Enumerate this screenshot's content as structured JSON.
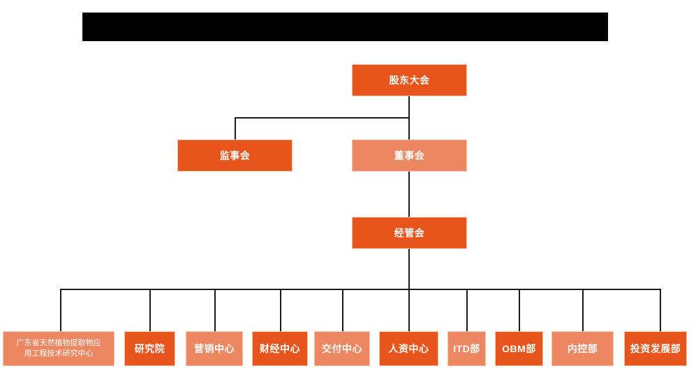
{
  "banner": {
    "text": "",
    "bg_color": "#000000"
  },
  "colors": {
    "primary_dark": "#e8551c",
    "primary_light": "#ed8762",
    "line": "#1a1a1a",
    "box_border": "#f4c4ae",
    "text": "#ffffff",
    "background": "#ffffff"
  },
  "chart_type": "organization-chart",
  "nodes": {
    "shareholders_meeting": {
      "label": "股东大会",
      "tone": "dark"
    },
    "supervisory_board": {
      "label": "监事会",
      "tone": "dark"
    },
    "board_of_directors": {
      "label": "董事会",
      "tone": "light"
    },
    "management_committee": {
      "label": "经管会",
      "tone": "dark"
    }
  },
  "departments": [
    {
      "id": "guangdong-research-center",
      "label": "广东省天然植物提取物应\n用工程技术研究中心",
      "line1": "广东省天然植物提取物应",
      "line2": "用工程技术研究中心",
      "tone": "light"
    },
    {
      "id": "research-institute",
      "label": "研究院",
      "tone": "dark"
    },
    {
      "id": "marketing-center",
      "label": "营销中心",
      "tone": "light"
    },
    {
      "id": "finance-center",
      "label": "财经中心",
      "tone": "dark"
    },
    {
      "id": "delivery-center",
      "label": "交付中心",
      "tone": "light"
    },
    {
      "id": "hr-center",
      "label": "人资中心",
      "tone": "dark"
    },
    {
      "id": "itd-department",
      "label": "ITD部",
      "tone": "light"
    },
    {
      "id": "obm-department",
      "label": "OBM部",
      "tone": "dark"
    },
    {
      "id": "internal-control-dept",
      "label": "内控部",
      "tone": "light"
    },
    {
      "id": "investment-dev-dept",
      "label": "投资发展部",
      "tone": "dark"
    }
  ]
}
